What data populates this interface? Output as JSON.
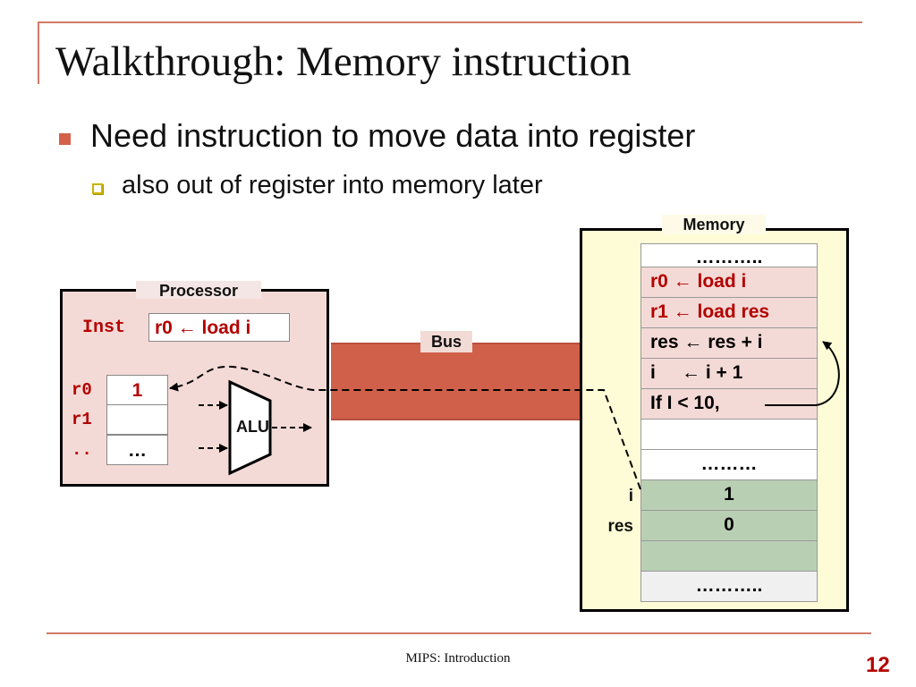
{
  "slide": {
    "title": "Walkthrough: Memory instruction",
    "bullets": [
      {
        "text": "Need instruction to move data into register",
        "level": 1
      },
      {
        "text": "also out of register into memory later",
        "level": 2
      }
    ],
    "footer": "MIPS: Introduction",
    "page_number": "12"
  },
  "colors": {
    "accent_rule": "#d07a68",
    "bullet": "#d4604a",
    "highlight_red": "#b30000",
    "processor_bg": "#f4dad6",
    "memory_bg": "#fefcd6",
    "bus": "#d0604a",
    "data_cells": "#b9cfb4"
  },
  "diagram": {
    "processor": {
      "label": "Processor",
      "inst_label": "Inst",
      "inst_value": "r0 ← load i",
      "registers": [
        {
          "name": "r0",
          "value": "1"
        },
        {
          "name": "r1",
          "value": ""
        },
        {
          "name": "..",
          "value": "…"
        }
      ],
      "alu_label": "ALU"
    },
    "bus": {
      "label": "Bus"
    },
    "memory": {
      "label": "Memory",
      "cells": [
        {
          "text": "………..",
          "kind": "white",
          "side": ""
        },
        {
          "text": "r0  ← load i",
          "kind": "pink-red",
          "side": ""
        },
        {
          "text": "r1  ← load res",
          "kind": "pink-red",
          "side": ""
        },
        {
          "text": "res ← res + i",
          "kind": "pink",
          "side": ""
        },
        {
          "text": "i     ← i + 1",
          "kind": "pink",
          "side": ""
        },
        {
          "text": "If I < 10,",
          "kind": "pink",
          "side": ""
        },
        {
          "text": "",
          "kind": "white",
          "side": ""
        },
        {
          "text": "………",
          "kind": "white",
          "side": ""
        },
        {
          "text": "1",
          "kind": "green",
          "side": "i"
        },
        {
          "text": "0",
          "kind": "green",
          "side": "res"
        },
        {
          "text": "",
          "kind": "green",
          "side": ""
        },
        {
          "text": "………..",
          "kind": "grey",
          "side": ""
        }
      ]
    }
  }
}
